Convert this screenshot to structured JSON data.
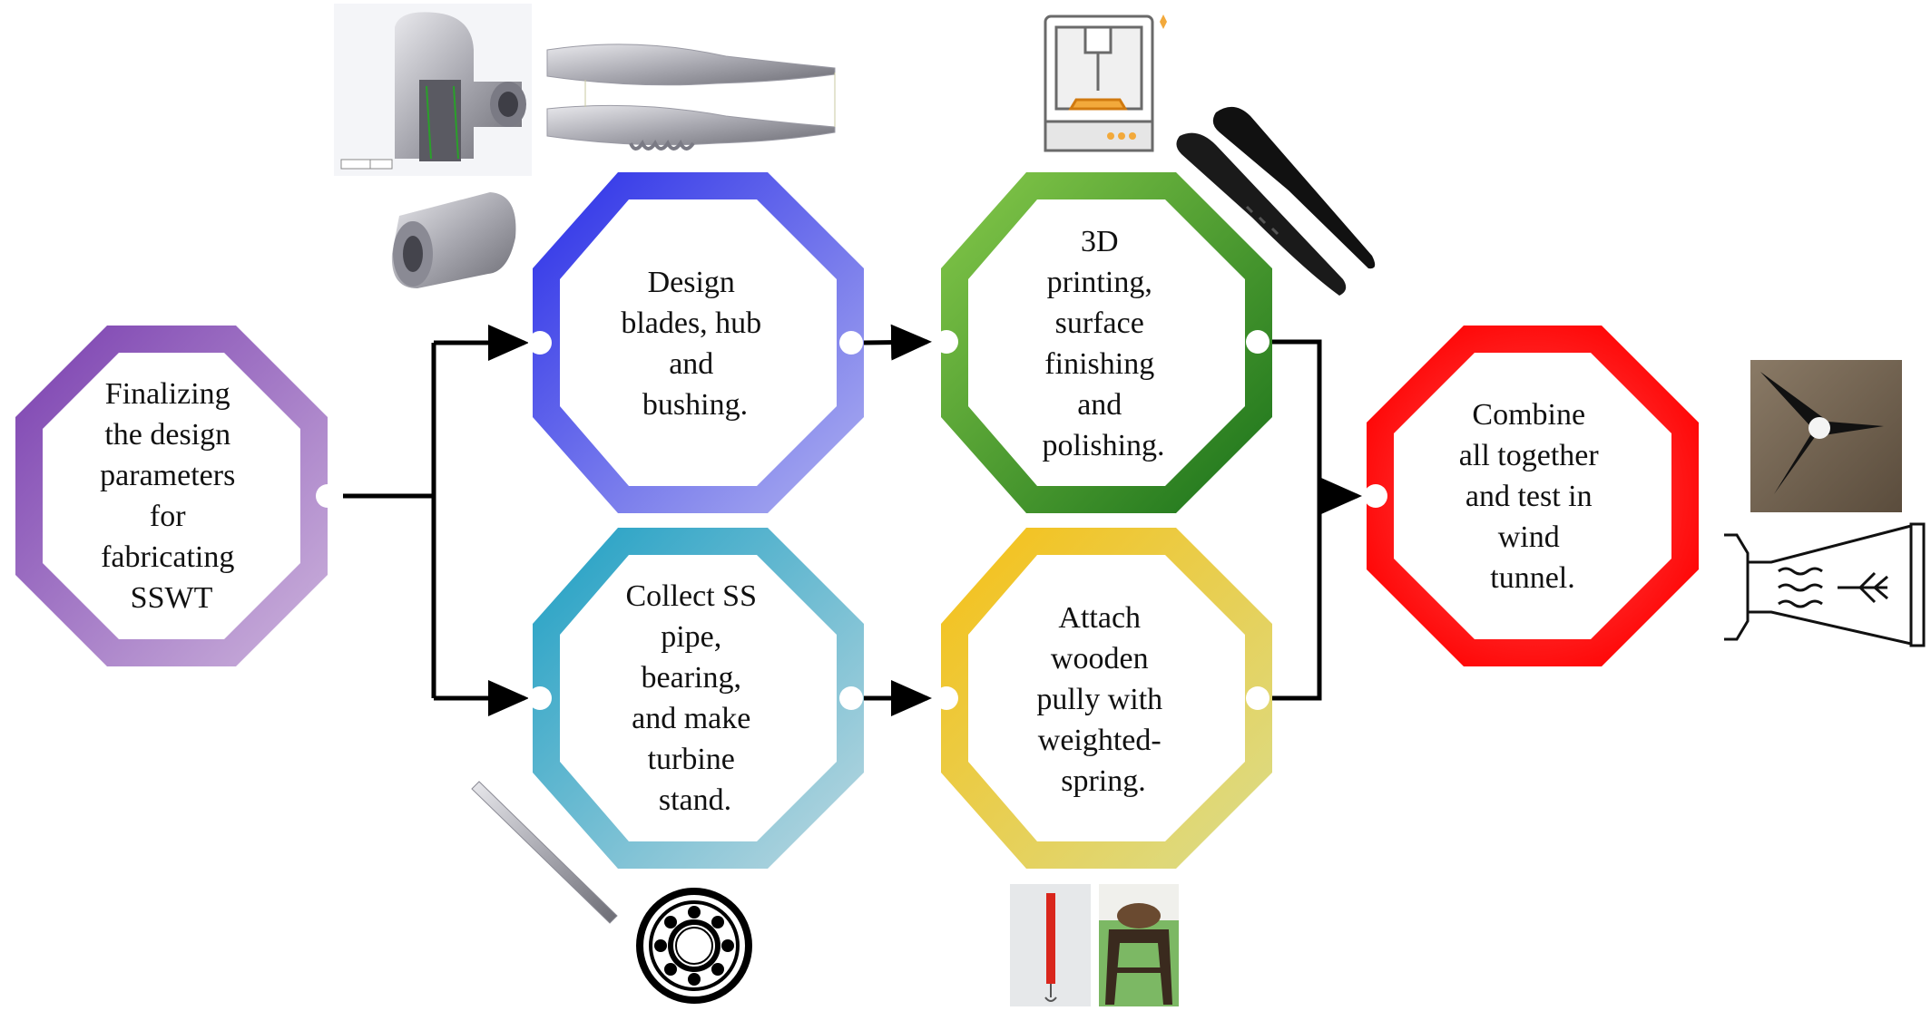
{
  "steps": [
    {
      "id": "finalize",
      "lines": [
        "Finalizing",
        "the design",
        "parameters",
        "for",
        "fabricating",
        "SSWT"
      ],
      "color_start": "#7a3fb0",
      "color_end": "#c9afd9"
    },
    {
      "id": "design",
      "lines": [
        "Design",
        "blades, hub",
        "and",
        "bushing."
      ],
      "color_start": "#2a2fe8",
      "color_end": "#a8abee"
    },
    {
      "id": "collect",
      "lines": [
        "Collect SS",
        "pipe,",
        "bearing,",
        "and make",
        "turbine",
        "stand."
      ],
      "color_start": "#1e9fc4",
      "color_end": "#b8d5de"
    },
    {
      "id": "print",
      "lines": [
        "3D",
        "printing,",
        "surface",
        "finishing",
        "and",
        "polishing."
      ],
      "color_start": "#7cc242",
      "color_end": "#1e7a1e"
    },
    {
      "id": "attach",
      "lines": [
        "Attach",
        "wooden",
        "pully with",
        "weighted-",
        "spring."
      ],
      "color_start": "#f5c21a",
      "color_end": "#d9dc86"
    },
    {
      "id": "combine",
      "lines": [
        "Combine",
        "all together",
        "and test in",
        "wind",
        "tunnel."
      ],
      "color_start": "#ff1a1a",
      "color_end": "#ff7b7b"
    }
  ]
}
